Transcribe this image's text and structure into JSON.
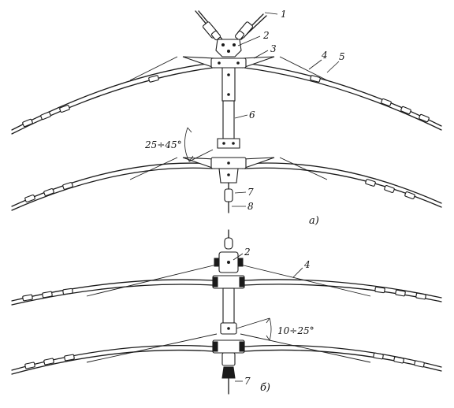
{
  "callouts": {
    "c1": "1",
    "c2": "2",
    "c3": "3",
    "c4": "4",
    "c5": "5",
    "c6": "6",
    "c7": "7",
    "c8": "8",
    "b2": "2",
    "b4": "4",
    "b7": "7"
  },
  "angles": {
    "a": "25÷45°",
    "b": "10÷25°"
  },
  "panels": {
    "a": "а)",
    "b": "б)"
  }
}
